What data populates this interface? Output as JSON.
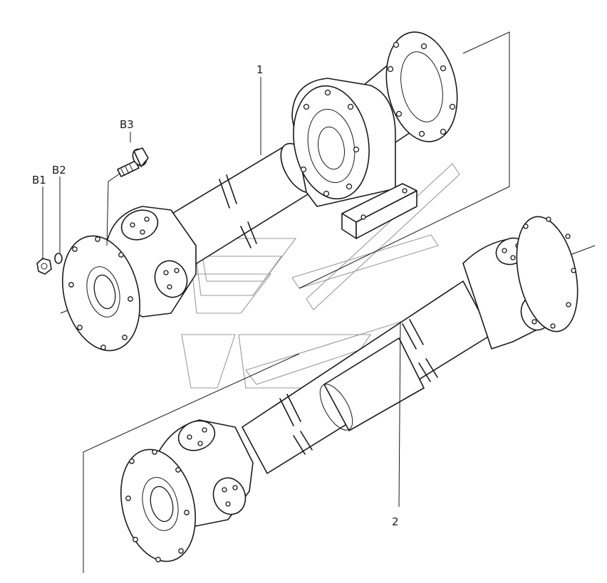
{
  "callouts": {
    "part_1": "1",
    "part_2": "2",
    "b1": "B1",
    "b2": "B2",
    "b3": "B3"
  },
  "colors": {
    "line": "#1a1a1a",
    "watermark": "#9a9a9a",
    "background": "#ffffff"
  }
}
